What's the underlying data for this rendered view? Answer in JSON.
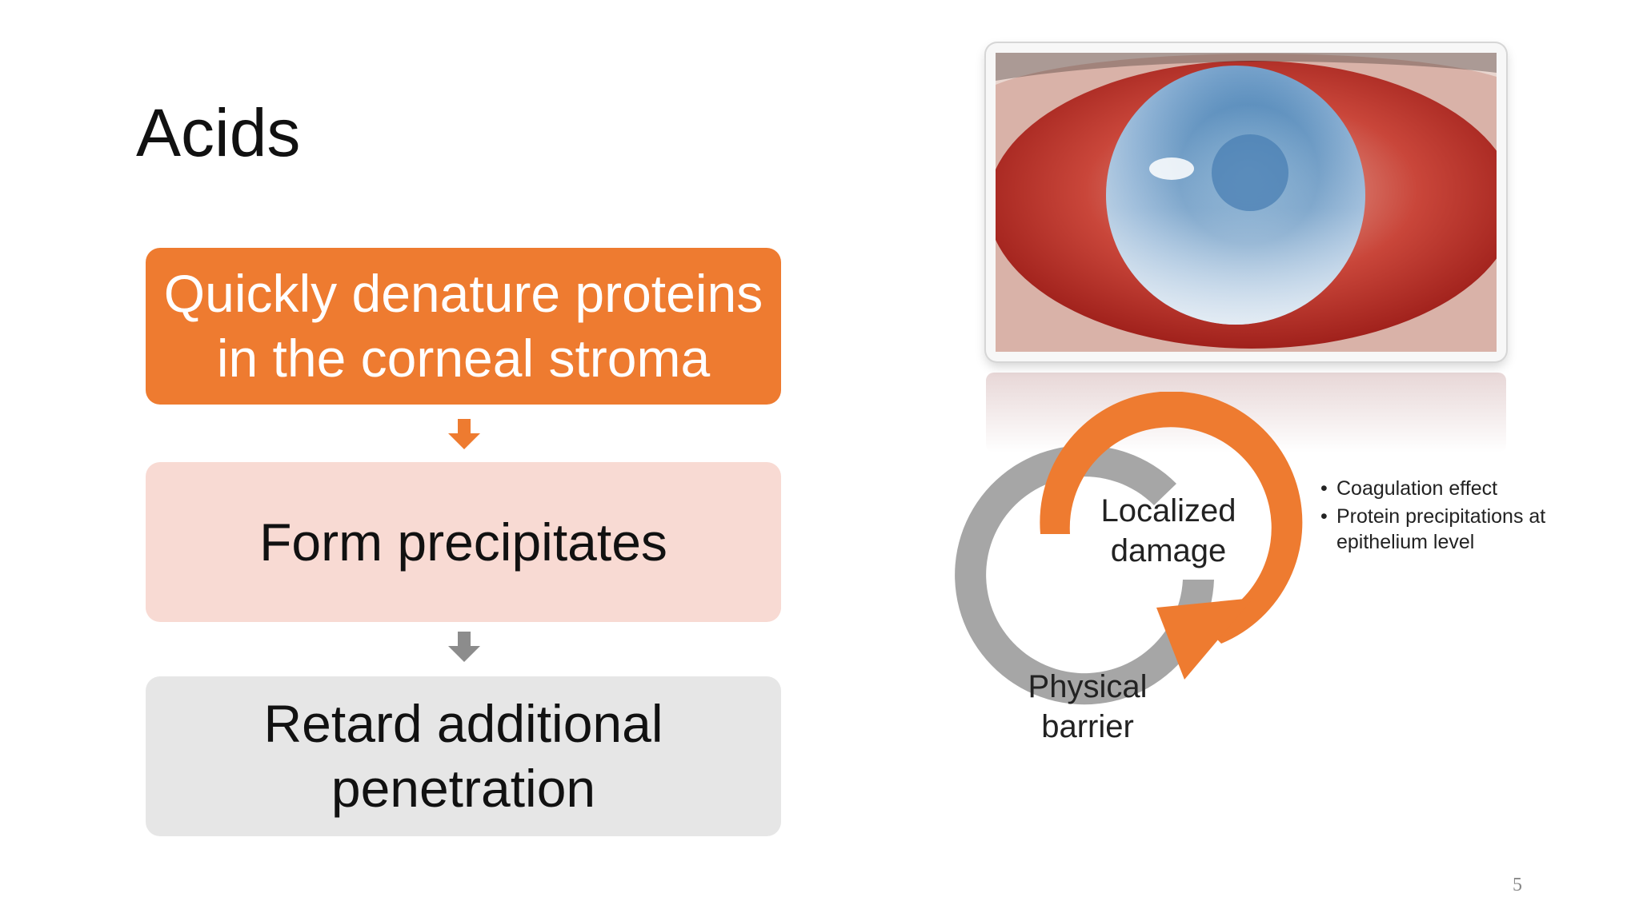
{
  "slide": {
    "title": "Acids",
    "page_number": "5"
  },
  "flow": {
    "steps": [
      {
        "text": "Quickly denature proteins in the corneal stroma",
        "color": "#EE7B30"
      },
      {
        "text": "Form precipitates",
        "color": "#F8DAD3"
      },
      {
        "text": "Retard additional penetration",
        "color": "#E6E6E6"
      }
    ],
    "arrow_colors": [
      "#EE7B30",
      "#8C8C8C"
    ]
  },
  "image": {
    "subject": "eye-photo"
  },
  "cycle": {
    "nodes": [
      {
        "label": "Localized damage",
        "color": "#EE7B30"
      },
      {
        "label": "Physical barrier",
        "color": "#A6A6A6"
      }
    ]
  },
  "notes": {
    "bullets": [
      "Coagulation effect",
      "Protein precipitations at epithelium level"
    ]
  },
  "icons": [
    "arrow-down-icon",
    "cycle-arrow-icon"
  ]
}
